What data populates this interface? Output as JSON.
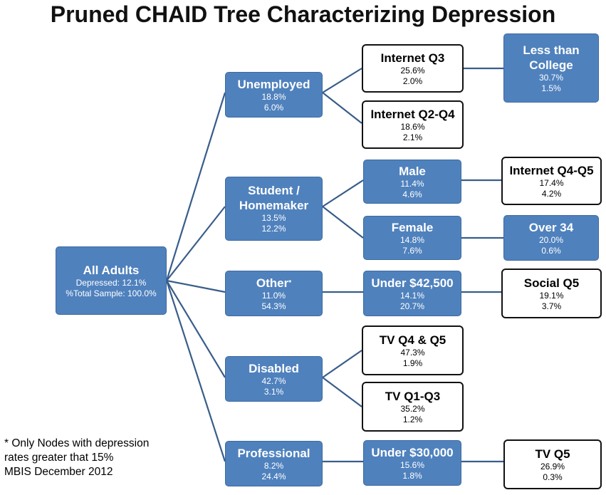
{
  "title": "Pruned CHAID Tree Characterizing Depression",
  "colors": {
    "blue_node": "#4f81bd",
    "white_node_border": "#111111",
    "connector": "#385d8a"
  },
  "root": {
    "label": "All Adults",
    "line1": "Depressed: 12.1%",
    "line2": "%Total Sample: 100.0%"
  },
  "level1": [
    {
      "label": "Unemployed",
      "pct1": "18.8%",
      "pct2": "6.0%"
    },
    {
      "label": "Student /",
      "label2": "Homemaker",
      "pct1": "13.5%",
      "pct2": "12.2%"
    },
    {
      "label": "Other",
      "mark": "*",
      "pct1": "11.0%",
      "pct2": "54.3%"
    },
    {
      "label": "Disabled",
      "pct1": "42.7%",
      "pct2": "3.1%"
    },
    {
      "label": "Professional",
      "pct1": "8.2%",
      "pct2": "24.4%"
    }
  ],
  "level2": [
    {
      "label": "Internet Q3",
      "pct1": "25.6%",
      "pct2": "2.0%"
    },
    {
      "label": "Internet Q2-Q4",
      "pct1": "18.6%",
      "pct2": "2.1%"
    },
    {
      "label": "Male",
      "pct1": "11.4%",
      "pct2": "4.6%"
    },
    {
      "label": "Female",
      "pct1": "14.8%",
      "pct2": "7.6%"
    },
    {
      "label": "Under $42,500",
      "pct1": "14.1%",
      "pct2": "20.7%"
    },
    {
      "label": "TV Q4 & Q5",
      "pct1": "47.3%",
      "pct2": "1.9%"
    },
    {
      "label": "TV Q1-Q3",
      "pct1": "35.2%",
      "pct2": "1.2%"
    },
    {
      "label": "Under $30,000",
      "pct1": "15.6%",
      "pct2": "1.8%"
    }
  ],
  "level3": [
    {
      "label": "Less than",
      "label2": "College",
      "pct1": "30.7%",
      "pct2": "1.5%"
    },
    {
      "label": "Internet Q4-Q5",
      "pct1": "17.4%",
      "pct2": "4.2%"
    },
    {
      "label": "Over 34",
      "pct1": "20.0%",
      "pct2": "0.6%"
    },
    {
      "label": "Social Q5",
      "pct1": "19.1%",
      "pct2": "3.7%"
    },
    {
      "label": "TV Q5",
      "pct1": "26.9%",
      "pct2": "0.3%"
    }
  ],
  "footnote": {
    "line1": "* Only Nodes with depression",
    "line2": "rates greater that 15%",
    "line3": "MBIS December 2012"
  }
}
